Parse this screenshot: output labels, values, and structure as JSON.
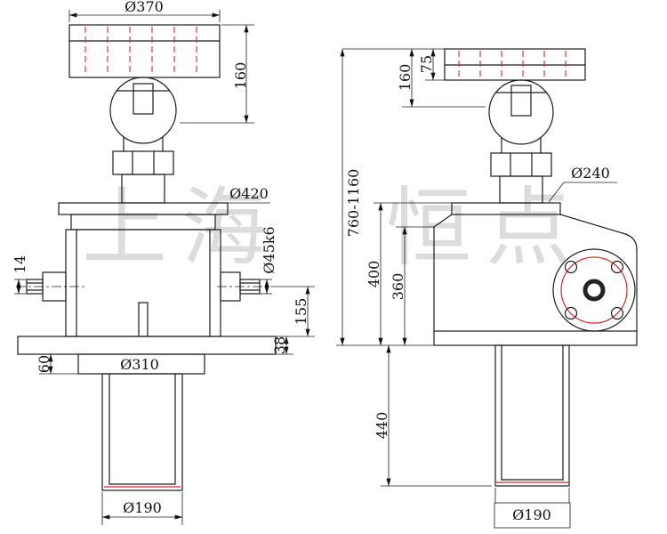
{
  "watermark": {
    "part1": "上海",
    "part2": "恒点"
  },
  "front_view": {
    "dia_370": "Ø370",
    "h_160": "160",
    "dia_420": "Ø420",
    "dia_45k6": "Ø45k6",
    "len_14": "14",
    "h_155": "155",
    "h_38": "38",
    "h_60": "60",
    "dia_310": "Ø310",
    "dia_190": "Ø190"
  },
  "side_view": {
    "h_75": "75",
    "h_160": "160",
    "stroke_range": "760-1160",
    "dia_240": "Ø240",
    "h_400": "400",
    "h_360": "360",
    "h_440": "440",
    "dia_190": "Ø190"
  },
  "colors": {
    "line": "#1c1c1c",
    "accent_red": "#cf2b2b",
    "watermark_gray": "#dcdcdc"
  }
}
